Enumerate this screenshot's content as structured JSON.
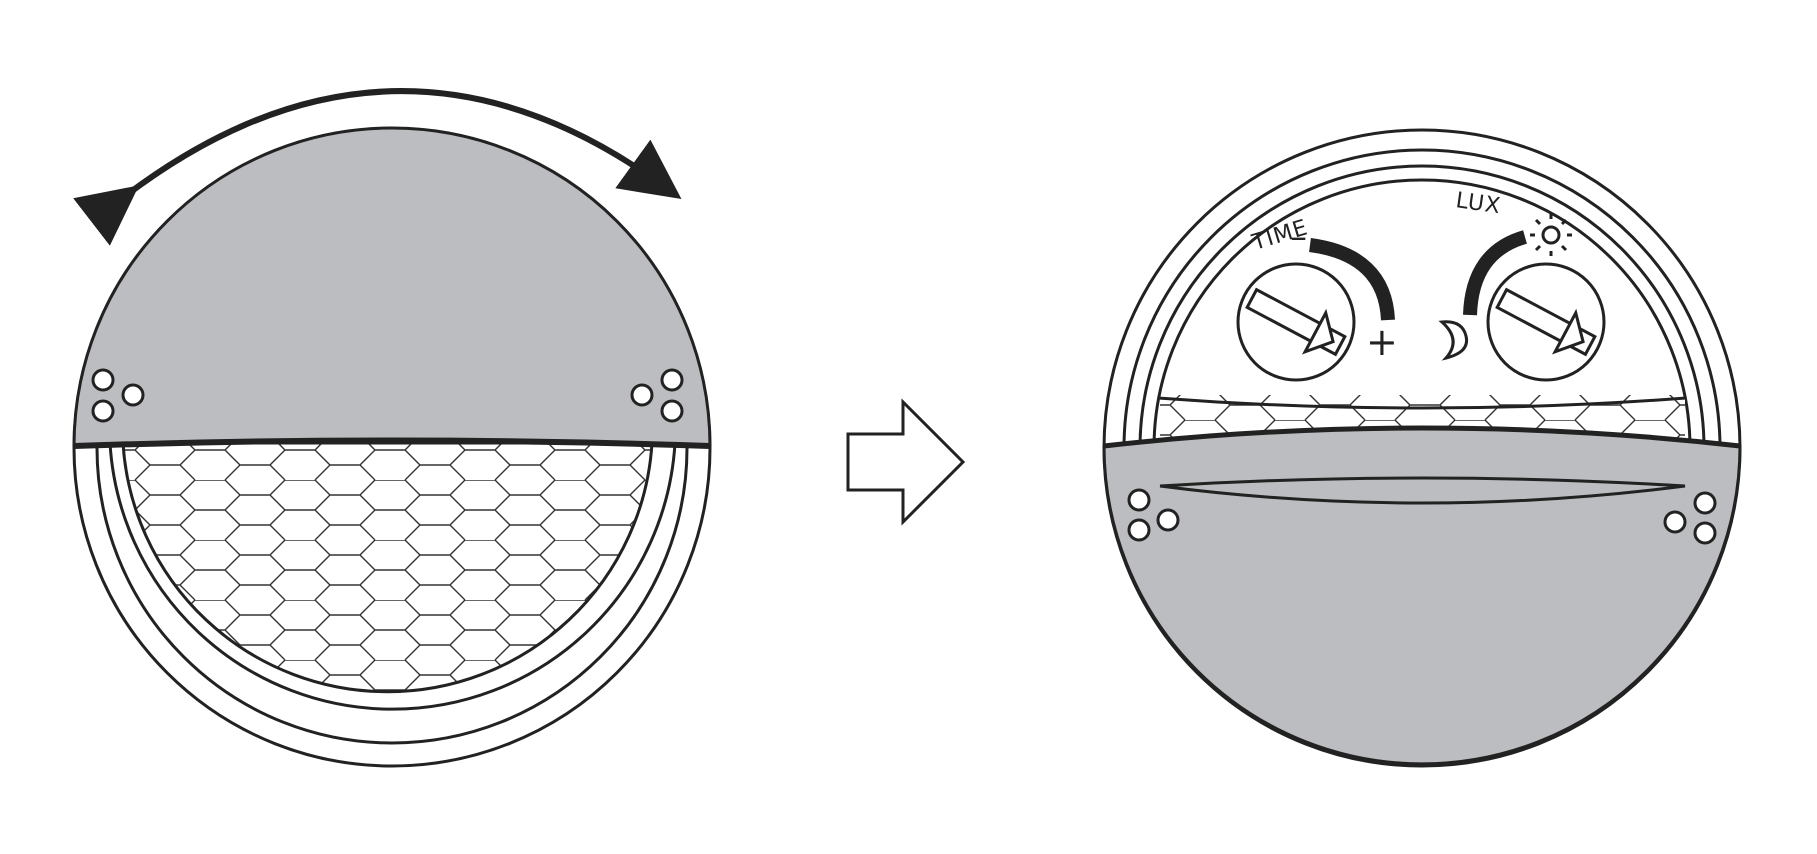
{
  "figure": {
    "left": {
      "state": "cover-closed",
      "cover_fill": "#bcbdc0",
      "rotation_arrow": "double-headed-arc"
    },
    "transition_arrow": "arrow-right",
    "right": {
      "state": "cover-open",
      "cover_fill": "#bcbdc0",
      "knobs": {
        "time": {
          "label": "TIME",
          "minus": "–",
          "plus": "+"
        },
        "lux": {
          "label": "LUX",
          "sun_icon": "sun-icon",
          "moon_icon": "moon-icon"
        }
      }
    },
    "colors": {
      "line": "#222222",
      "cover": "#bcbdc0",
      "background": "#ffffff"
    }
  }
}
